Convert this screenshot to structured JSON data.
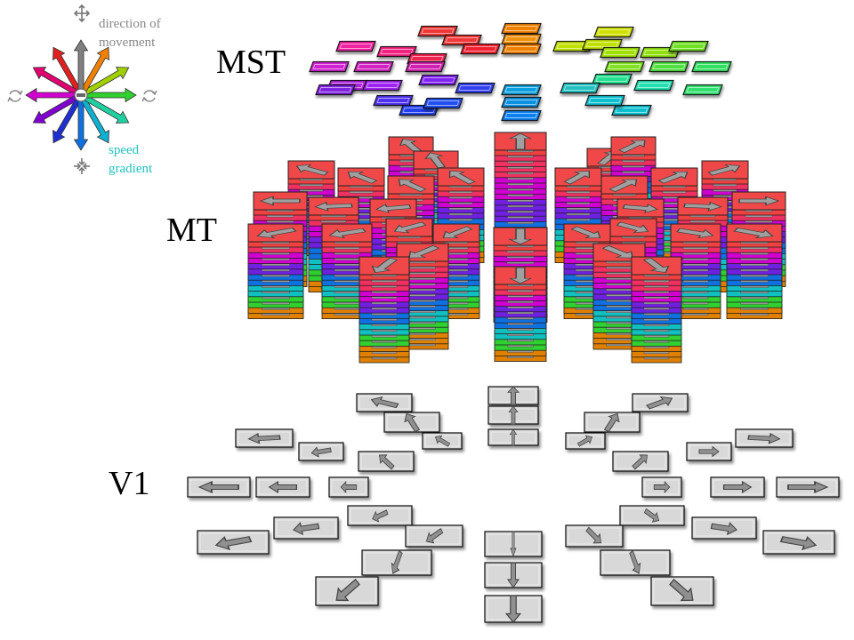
{
  "legend": {
    "direction_label": [
      "direction of",
      "movement"
    ],
    "speed_label": [
      "speed",
      "gradient"
    ],
    "direction_colors": [
      "#808080",
      "#f08000",
      "#a0d000",
      "#30d030",
      "#20d0a0",
      "#10b0d0",
      "#1070e0",
      "#2030d0",
      "#8000d0",
      "#d000d0",
      "#e00070",
      "#e02020"
    ],
    "speed_label_color": "#20c0c0",
    "icons": [
      "expand-arrows-icon",
      "rotate-ccw-icon",
      "rotate-cw-icon",
      "contract-arrows-icon"
    ]
  },
  "layers": [
    {
      "id": "mst",
      "label": "MST"
    },
    {
      "id": "mt",
      "label": "MT"
    },
    {
      "id": "v1",
      "label": "V1"
    }
  ],
  "colors": {
    "v1_tile_fill": "#d8d8d8",
    "v1_arrow_fill": "#909090",
    "mt_stack_spectrum": [
      "#e08000",
      "#30d030",
      "#10c0c0",
      "#1070e0",
      "#7020e0",
      "#d000d0",
      "#f03060",
      "#f04040"
    ]
  }
}
